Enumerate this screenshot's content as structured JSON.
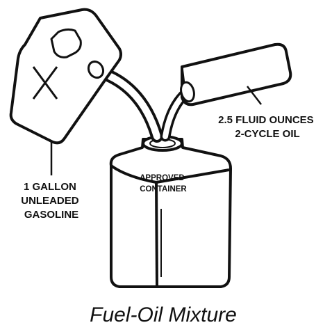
{
  "labels": {
    "gasoline": [
      "1 GALLON",
      "UNLEADED",
      "GASOLINE"
    ],
    "oil": [
      "2.5 FLUID OUNCES",
      "2-CYCLE OIL"
    ],
    "container": [
      "APPROVED",
      "CONTAINER"
    ]
  },
  "caption": "Fuel-Oil Mixture",
  "colors": {
    "ink": "#111111",
    "paper": "#ffffff"
  }
}
